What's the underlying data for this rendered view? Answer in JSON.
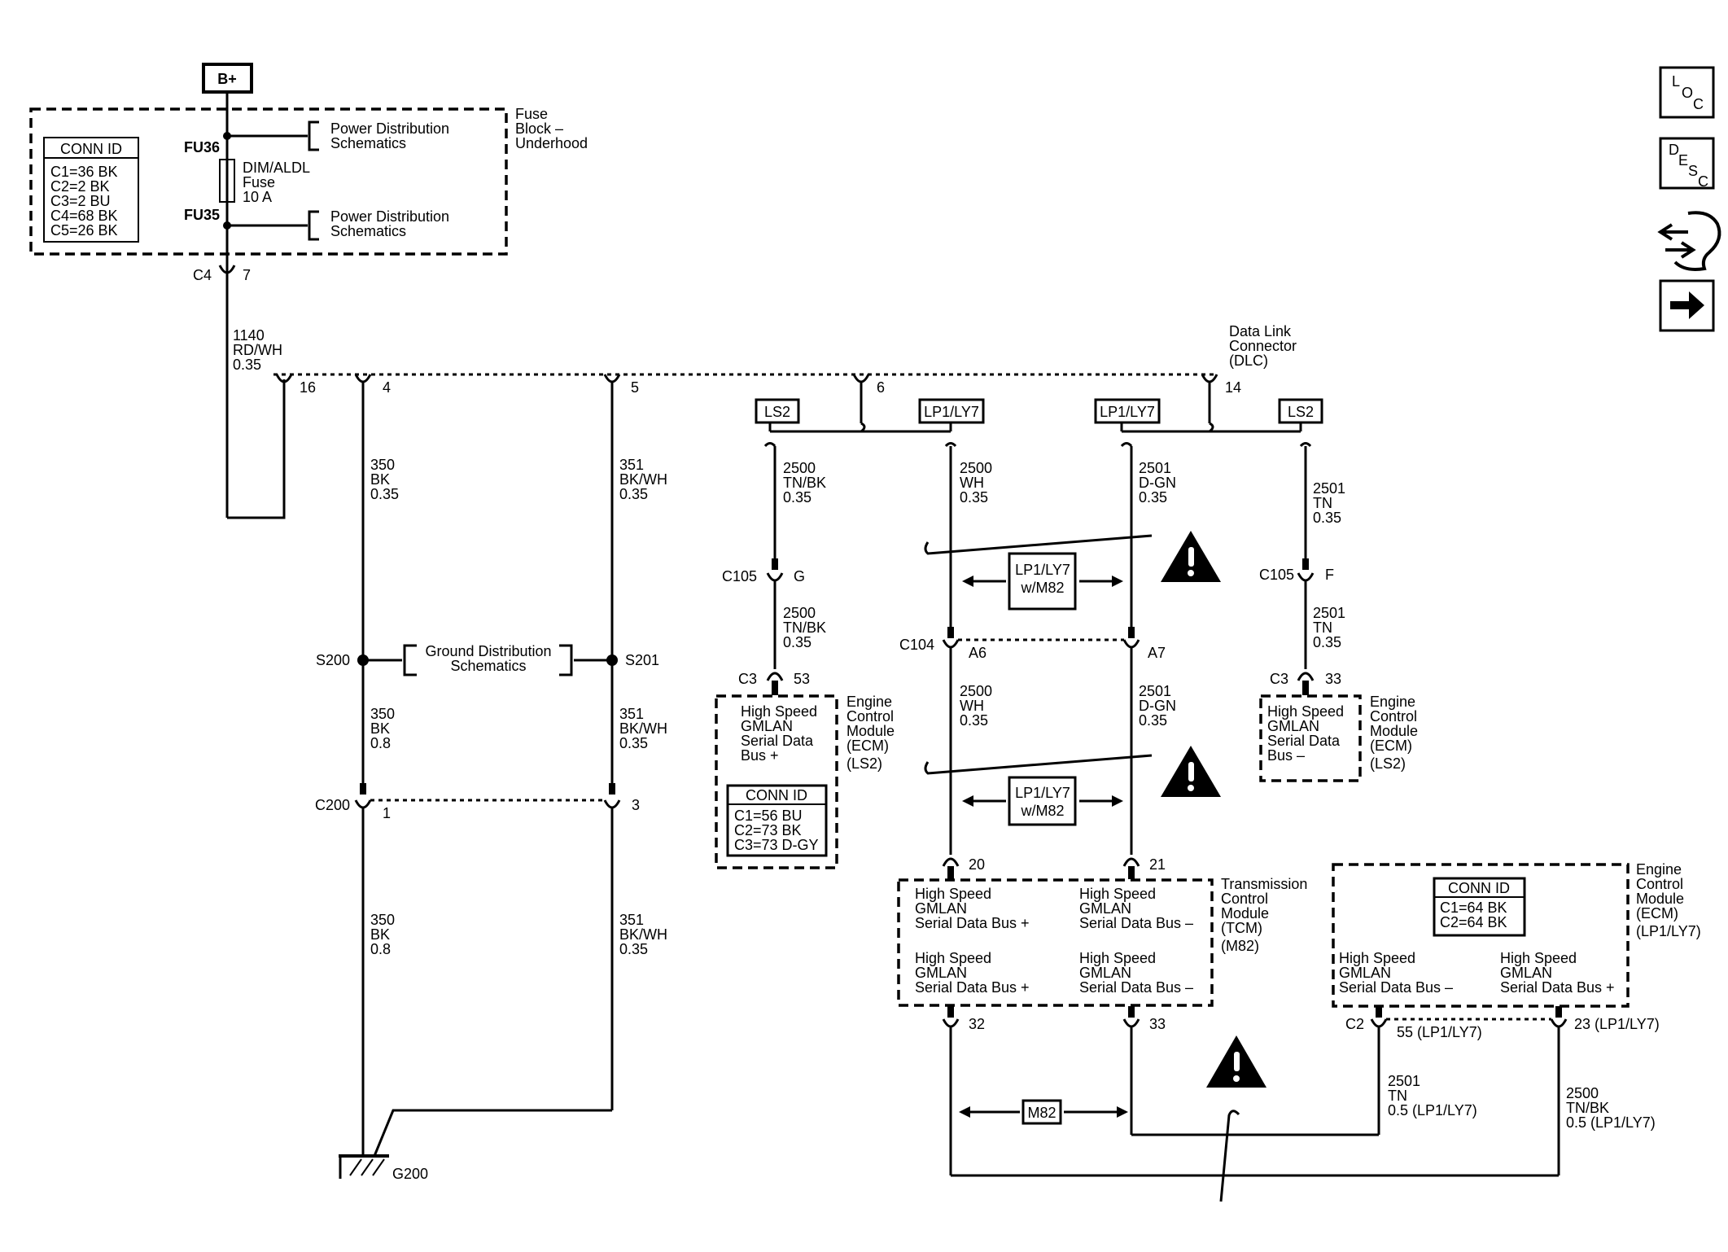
{
  "battery": "B+",
  "fuse_block": {
    "name_lines": [
      "Fuse",
      "Block –",
      "Underhood"
    ],
    "conn_id": {
      "title": "CONN ID",
      "rows": [
        "C1=36 BK",
        "C2=2 BK",
        "C3=2 BU",
        "C4=68 BK",
        "C5=26 BK"
      ]
    },
    "fu36": "FU36",
    "fu35": "FU35",
    "fuse_lines": [
      "DIM/ALDL",
      "Fuse",
      "10 A"
    ],
    "power_ref_top": [
      "Power Distribution",
      "Schematics"
    ],
    "power_ref_bottom": [
      "Power Distribution",
      "Schematics"
    ]
  },
  "c4": {
    "label": "C4",
    "pin": "7"
  },
  "wire_1140": [
    "1140",
    "RD/WH",
    "0.35"
  ],
  "dlc": {
    "name_lines": [
      "Data Link",
      "Connector",
      "(DLC)"
    ],
    "pins": {
      "p16": "16",
      "p4": "4",
      "p5": "5",
      "p6": "6",
      "p14": "14"
    }
  },
  "wire_350_top": [
    "350",
    "BK",
    "0.35"
  ],
  "wire_351_top": [
    "351",
    "BK/WH",
    "0.35"
  ],
  "s200": "S200",
  "s201": "S201",
  "ground_ref": [
    "Ground Distribution",
    "Schematics"
  ],
  "wire_350_mid": [
    "350",
    "BK",
    "0.8"
  ],
  "wire_351_mid": [
    "351",
    "BK/WH",
    "0.35"
  ],
  "c200": {
    "label": "C200",
    "pin1": "1",
    "pin3": "3"
  },
  "wire_350_bot": [
    "350",
    "BK",
    "0.8"
  ],
  "wire_351_bot": [
    "351",
    "BK/WH",
    "0.35"
  ],
  "ground": "G200",
  "option_tags": {
    "ls2_left": "LS2",
    "lp1_left": "LP1/LY7",
    "lp1_right": "LP1/LY7",
    "ls2_right": "LS2"
  },
  "wire_2500_a": [
    "2500",
    "TN/BK",
    "0.35"
  ],
  "wire_2500_b": [
    "2500",
    "WH",
    "0.35"
  ],
  "wire_2501_a": [
    "2501",
    "D-GN",
    "0.35"
  ],
  "wire_2501_b": [
    "2501",
    "TN",
    "0.35"
  ],
  "c105_left": {
    "label": "C105",
    "pin": "G"
  },
  "c105_right": {
    "label": "C105",
    "pin": "F"
  },
  "wire_2500_c": [
    "2500",
    "TN/BK",
    "0.35"
  ],
  "wire_2501_c": [
    "2501",
    "TN",
    "0.35"
  ],
  "c104": {
    "label": "C104",
    "pin_a6": "A6",
    "pin_a7": "A7"
  },
  "twist_label_1": [
    "LP1/LY7",
    "w/M82"
  ],
  "twist_label_2": [
    "LP1/LY7",
    "w/M82"
  ],
  "wire_2500_d": [
    "2500",
    "WH",
    "0.35"
  ],
  "wire_2501_d": [
    "2501",
    "D-GN",
    "0.35"
  ],
  "ecm_ls2_plus": {
    "conn": "C3",
    "pin": "53",
    "inner": [
      "High Speed",
      "GMLAN",
      "Serial Data",
      "Bus +"
    ],
    "name": [
      "Engine",
      "Control",
      "Module",
      "(ECM)",
      "(LS2)"
    ],
    "conn_id": {
      "title": "CONN ID",
      "rows": [
        "C1=56 BU",
        "C2=73 BK",
        "C3=73 D-GY"
      ]
    }
  },
  "ecm_ls2_minus": {
    "conn": "C3",
    "pin": "33",
    "inner": [
      "High Speed",
      "GMLAN",
      "Serial Data",
      "Bus –"
    ],
    "name": [
      "Engine",
      "Control",
      "Module",
      "(ECM)",
      "(LS2)"
    ]
  },
  "tcm": {
    "pin_20": "20",
    "pin_21": "21",
    "pin_32": "32",
    "pin_33": "33",
    "cell_tl": [
      "High Speed",
      "GMLAN",
      "Serial Data Bus +"
    ],
    "cell_tr": [
      "High Speed",
      "GMLAN",
      "Serial Data Bus –"
    ],
    "cell_bl": [
      "High Speed",
      "GMLAN",
      "Serial Data Bus +"
    ],
    "cell_br": [
      "High Speed",
      "GMLAN",
      "Serial Data Bus –"
    ],
    "name": [
      "Transmission",
      "Control",
      "Module",
      "(TCM)",
      "(M82)"
    ]
  },
  "ecm_lp1": {
    "conn_id": {
      "title": "CONN ID",
      "rows": [
        "C1=64 BK",
        "C2=64 BK"
      ]
    },
    "cell_l": [
      "High Speed",
      "GMLAN",
      "Serial Data Bus –"
    ],
    "cell_r": [
      "High Speed",
      "GMLAN",
      "Serial Data Bus +"
    ],
    "name": [
      "Engine",
      "Control",
      "Module",
      "(ECM)",
      "(LP1/LY7)"
    ],
    "conn": "C2",
    "pin_55": "55 (LP1/LY7)",
    "pin_23": "23 (LP1/LY7)"
  },
  "m82_tag": "M82",
  "wire_2501_e": [
    "2501",
    "TN",
    "0.5 (LP1/LY7)"
  ],
  "wire_2500_e": [
    "2500",
    "TN/BK",
    "0.5 (LP1/LY7)"
  ],
  "nav": {
    "loc": {
      "l1": "L",
      "l2": "O",
      "l3": "C"
    },
    "desc": {
      "l1": "D",
      "l2": "E",
      "l3": "S",
      "l4": "C"
    }
  }
}
